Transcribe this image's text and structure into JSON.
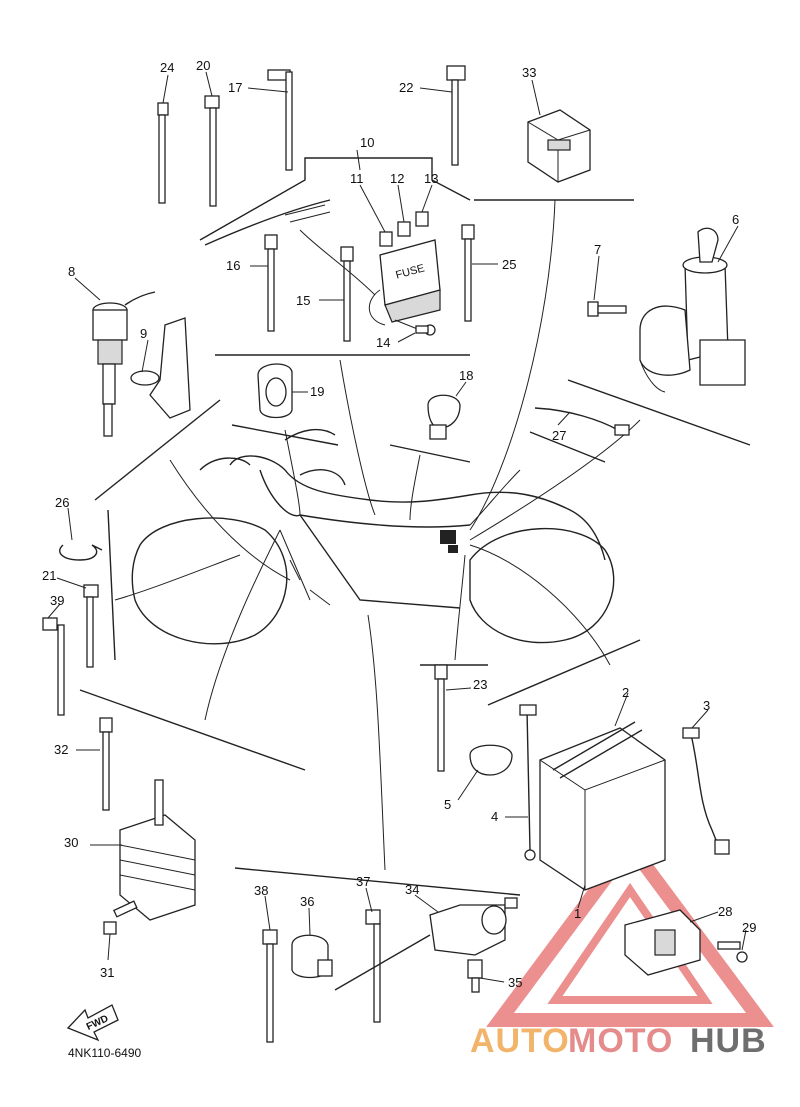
{
  "diagram_code": "4NK110-6490",
  "fwd_label": "FWD",
  "fuse_label": "FUSE",
  "watermark": {
    "part1": "AUTO",
    "part2": "MOTO",
    "part3": "HUB",
    "color1": "#f2b46b",
    "color2": "#e58b8b",
    "color3": "#6e6e6e",
    "triangle_color": "#e56a6a"
  },
  "callouts": {
    "c1": "1",
    "c2": "2",
    "c3": "3",
    "c4": "4",
    "c5": "5",
    "c6": "6",
    "c7": "7",
    "c8": "8",
    "c9": "9",
    "c10": "10",
    "c11": "11",
    "c12": "12",
    "c13": "13",
    "c14": "14",
    "c15": "15",
    "c16": "16",
    "c17": "17",
    "c18": "18",
    "c19": "19",
    "c20": "20",
    "c21": "21",
    "c22": "22",
    "c23": "23",
    "c24": "24",
    "c25": "25",
    "c26": "26",
    "c27": "27",
    "c28": "28",
    "c29": "29",
    "c30": "30",
    "c31": "31",
    "c32": "32",
    "c33": "33",
    "c34": "34",
    "c35": "35",
    "c36": "36",
    "c37": "37",
    "c38": "38",
    "c39": "39"
  }
}
